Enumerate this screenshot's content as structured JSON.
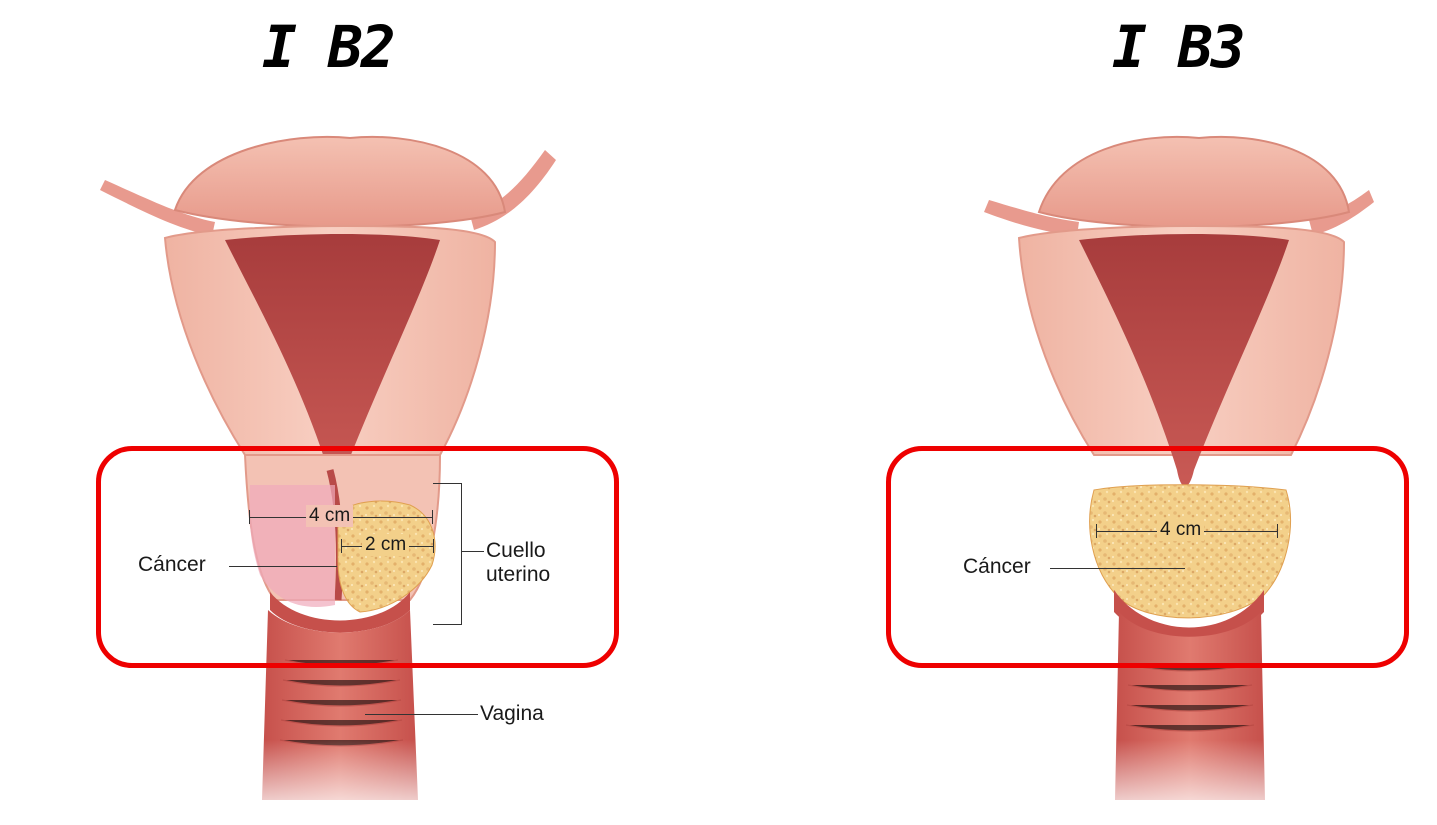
{
  "panels": [
    {
      "title": "I B2",
      "labels": {
        "cancer": "Cáncer",
        "measure_large": "4 cm",
        "measure_small": "2 cm",
        "cervix_line1": "Cuello",
        "cervix_line2": "uterino",
        "vagina": "Vagina"
      }
    },
    {
      "title": "I B3",
      "labels": {
        "cancer": "Cáncer",
        "measure_large": "4 cm"
      }
    }
  ],
  "colors": {
    "highlight_box": "#ee0000",
    "uterus_wall": "#f2b8a8",
    "uterine_cavity": "#b84a48",
    "tumor": "#f3d08a",
    "vaginal_canal": "#d25a55"
  }
}
